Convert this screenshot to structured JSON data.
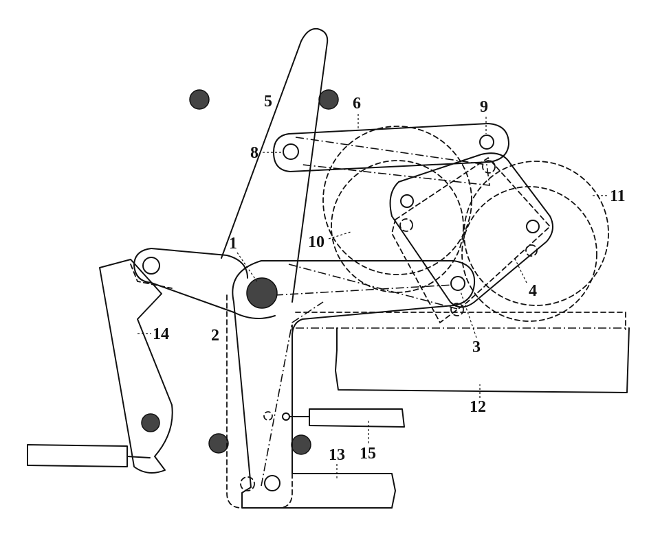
{
  "labels": {
    "l1": "1",
    "l2": "2",
    "l3": "3",
    "l4": "4",
    "l5": "5",
    "l6": "6",
    "l8": "8",
    "l9": "9",
    "l10": "10",
    "l11": "11",
    "l12": "12",
    "l13": "13",
    "l14": "14",
    "l15": "15"
  },
  "colors": {
    "ink": "#111111",
    "pin_fill": "#444444",
    "background": "#ffffff"
  }
}
